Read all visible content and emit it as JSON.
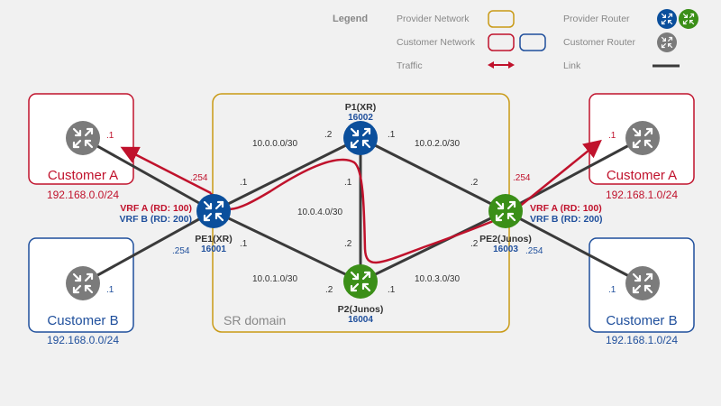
{
  "legend": {
    "title": "Legend",
    "provider_network": "Provider Network",
    "customer_network": "Customer Network",
    "traffic": "Traffic",
    "provider_router": "Provider Router",
    "customer_router": "Customer Router",
    "link": "Link"
  },
  "domain": {
    "label": "SR domain"
  },
  "routers": {
    "p1": {
      "name": "P1(XR)",
      "sid": "16002"
    },
    "p2": {
      "name": "P2(Junos)",
      "sid": "16004"
    },
    "pe1": {
      "name": "PE1(XR)",
      "sid": "16001",
      "vrf_a": "VRF A (RD: 100)",
      "vrf_b": "VRF B (RD: 200)"
    },
    "pe2": {
      "name": "PE2(Junos)",
      "sid": "16003",
      "vrf_a": "VRF A (RD: 100)",
      "vrf_b": "VRF B (RD: 200)"
    }
  },
  "customers": {
    "a_left": {
      "name": "Customer A",
      "subnet": "192.168.0.0/24",
      "host": ".1"
    },
    "b_left": {
      "name": "Customer B",
      "subnet": "192.168.0.0/24",
      "host": ".1"
    },
    "a_right": {
      "name": "Customer A",
      "subnet": "192.168.1.0/24",
      "host": ".1"
    },
    "b_right": {
      "name": "Customer B",
      "subnet": "192.168.1.0/24",
      "host": ".1"
    }
  },
  "links": {
    "pe1_p1": {
      "subnet": "10.0.0.0/30",
      "pe1_end": ".1",
      "p1_end": ".2"
    },
    "pe1_p2": {
      "subnet": "10.0.1.0/30",
      "pe1_end": ".1",
      "p2_end": ".2"
    },
    "p1_pe2": {
      "subnet": "10.0.2.0/30",
      "p1_end": ".1",
      "pe2_end": ".2"
    },
    "p2_pe2": {
      "subnet": "10.0.3.0/30",
      "p2_end": ".1",
      "pe2_end": ".2"
    },
    "p1_p2": {
      "subnet": "10.0.4.0/30",
      "p1_end": ".1",
      "p2_end": ".2"
    },
    "pe1_ca": ".254",
    "pe1_cb": ".254",
    "pe2_ca": ".254",
    "pe2_cb": ".254"
  },
  "colors": {
    "provider_blue": "#0b4f9c",
    "provider_green": "#3b8f18",
    "customer_gray": "#7b7b7b",
    "customer_a_red": "#c0122c",
    "customer_b_blue": "#1f4f9c",
    "domain_gold": "#c99a16",
    "link": "#3a3a3a",
    "traffic": "#c0122c",
    "label_gray": "#888888"
  },
  "icons": {
    "provider_router": "router-arrows-icon",
    "customer_router": "router-arrows-icon"
  }
}
